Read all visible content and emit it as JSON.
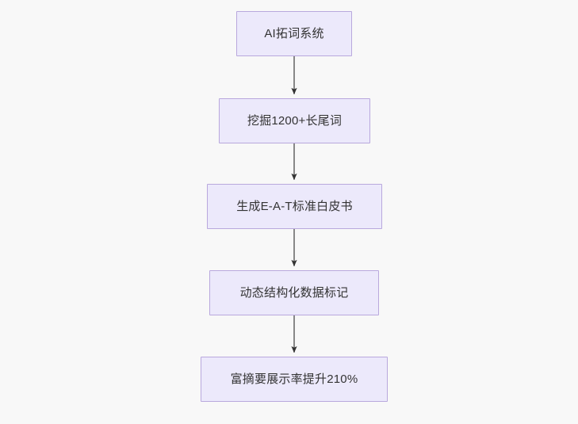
{
  "diagram": {
    "type": "flowchart",
    "direction": "top-to-bottom",
    "background_color": "#f8f8f8",
    "node_fill_color": "#ece9fb",
    "node_border_color": "#b9a8dd",
    "node_text_color": "#333333",
    "edge_color": "#888888",
    "arrowhead_color": "#333333",
    "nodes": [
      {
        "id": "n1",
        "label": "AI拓词系统"
      },
      {
        "id": "n2",
        "label": "挖掘1200+长尾词"
      },
      {
        "id": "n3",
        "label": "生成E-A-T标准白皮书"
      },
      {
        "id": "n4",
        "label": "动态结构化数据标记"
      },
      {
        "id": "n5",
        "label": "富摘要展示率提升210%"
      }
    ],
    "edges": [
      {
        "from": "n1",
        "to": "n2",
        "label": ""
      },
      {
        "from": "n2",
        "to": "n3",
        "label": ""
      },
      {
        "from": "n3",
        "to": "n4",
        "label": ""
      },
      {
        "from": "n4",
        "to": "n5",
        "label": ""
      }
    ]
  }
}
